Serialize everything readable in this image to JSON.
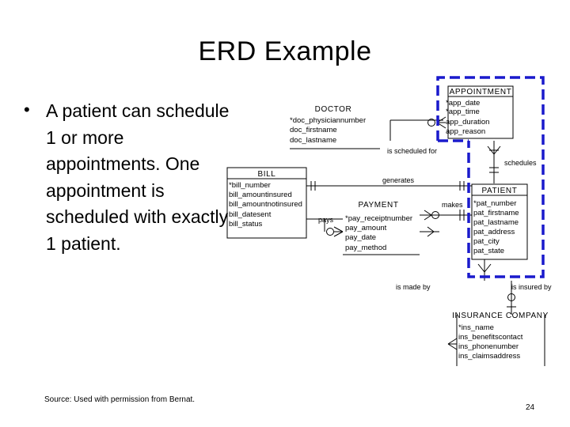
{
  "slide": {
    "title": "ERD Example",
    "bullet_text": "A patient can schedule 1 or more appointments. One appointment is scheduled with exactly 1 patient.",
    "source": "Source:  Used with permission from Bernat.",
    "page_number": "24"
  },
  "diagram": {
    "highlight_color": "#1a1acc",
    "entities": {
      "appointment": {
        "name": "APPOINTMENT",
        "attributes": [
          "*app_date",
          "*app_time",
          "app_duration",
          "app_reason"
        ]
      },
      "doctor": {
        "name": "DOCTOR",
        "attributes": [
          "*doc_physiciannumber",
          "doc_firstname",
          "doc_lastname"
        ]
      },
      "bill": {
        "name": "BILL",
        "attributes": [
          "*bill_number",
          "bill_amountinsured",
          "bill_amountnotinsured",
          "bill_datesent",
          "bill_status"
        ]
      },
      "payment": {
        "name": "PAYMENT",
        "attributes": [
          "*pay_receiptnumber",
          "pay_amount",
          "pay_date",
          "pay_method"
        ]
      },
      "patient": {
        "name": "PATIENT",
        "attributes": [
          "*pat_number",
          "pat_firstname",
          "pat_lastname",
          "pat_address",
          "pat_city",
          "pat_state"
        ]
      },
      "insurance": {
        "name": "INSURANCE COMPANY",
        "attributes": [
          "*ins_name",
          "ins_benefitscontact",
          "ins_phonenumber",
          "ins_claimsaddress"
        ]
      }
    },
    "relationships": {
      "is_scheduled_for": "is scheduled for",
      "schedules": "schedules",
      "generates": "generates",
      "pays": "pays",
      "makes": "makes",
      "is_made_by": "is made by",
      "is_insured_by": "is insured by"
    }
  }
}
